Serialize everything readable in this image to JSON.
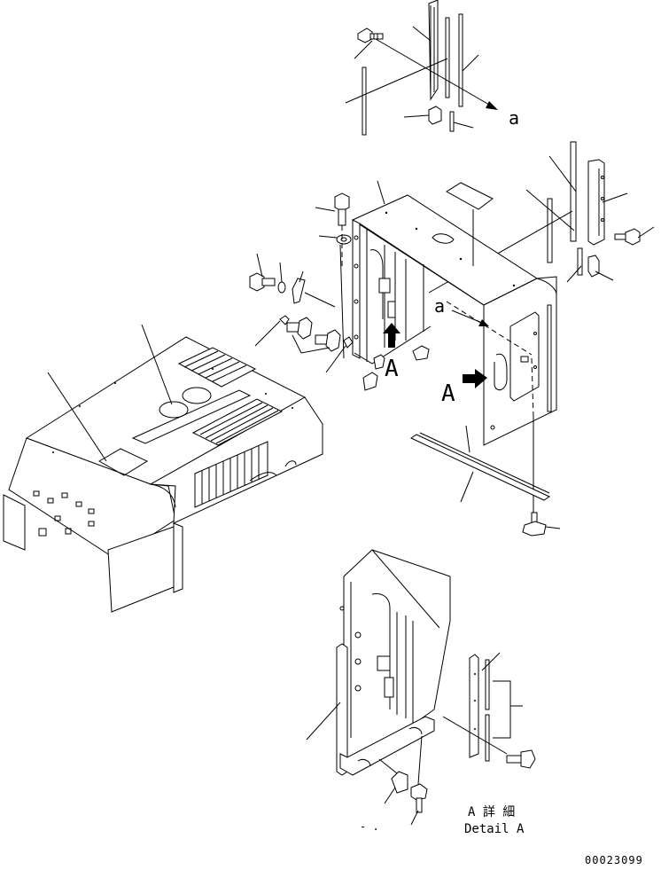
{
  "callouts": {
    "view_a_label": "a",
    "arrow_a_label": "A"
  },
  "detail": {
    "title_jp": "A 詳 細",
    "title_en": "Detail A",
    "extra_mark": "- ."
  },
  "drawing_number": "00023099"
}
